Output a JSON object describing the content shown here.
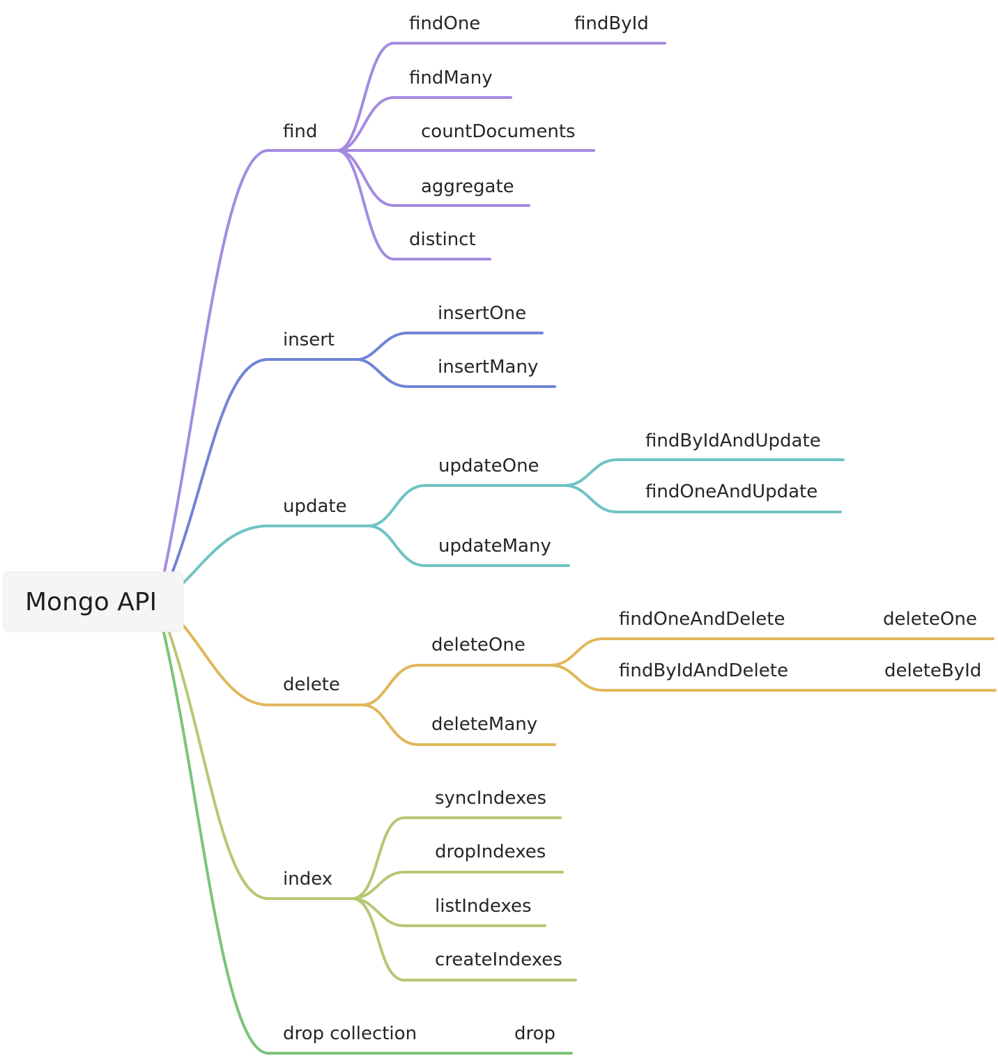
{
  "diagram": {
    "root": "Mongo API",
    "colors": {
      "find": "#a48bdf",
      "insert": "#6f84d6",
      "update": "#6fc3c2",
      "delete": "#e0b75a",
      "index": "#b4c873",
      "drop": "#7ac47a"
    },
    "branches": [
      {
        "key": "find",
        "label": "find",
        "children": [
          {
            "label": "findOne",
            "alias": "findById"
          },
          {
            "label": "findMany"
          },
          {
            "label": "countDocuments"
          },
          {
            "label": "aggregate"
          },
          {
            "label": "distinct"
          }
        ]
      },
      {
        "key": "insert",
        "label": "insert",
        "children": [
          {
            "label": "insertOne"
          },
          {
            "label": "insertMany"
          }
        ]
      },
      {
        "key": "update",
        "label": "update",
        "children": [
          {
            "label": "updateOne",
            "children": [
              {
                "label": "findByIdAndUpdate"
              },
              {
                "label": "findOneAndUpdate"
              }
            ]
          },
          {
            "label": "updateMany"
          }
        ]
      },
      {
        "key": "delete",
        "label": "delete",
        "children": [
          {
            "label": "deleteOne",
            "children": [
              {
                "label": "findOneAndDelete",
                "alias": "deleteOne"
              },
              {
                "label": "findByIdAndDelete",
                "alias": "deleteById"
              }
            ]
          },
          {
            "label": "deleteMany"
          }
        ]
      },
      {
        "key": "index",
        "label": "index",
        "children": [
          {
            "label": "syncIndexes"
          },
          {
            "label": "dropIndexes"
          },
          {
            "label": "listIndexes"
          },
          {
            "label": "createIndexes"
          }
        ]
      },
      {
        "key": "drop",
        "label": "drop collection",
        "alias": "drop"
      }
    ]
  }
}
